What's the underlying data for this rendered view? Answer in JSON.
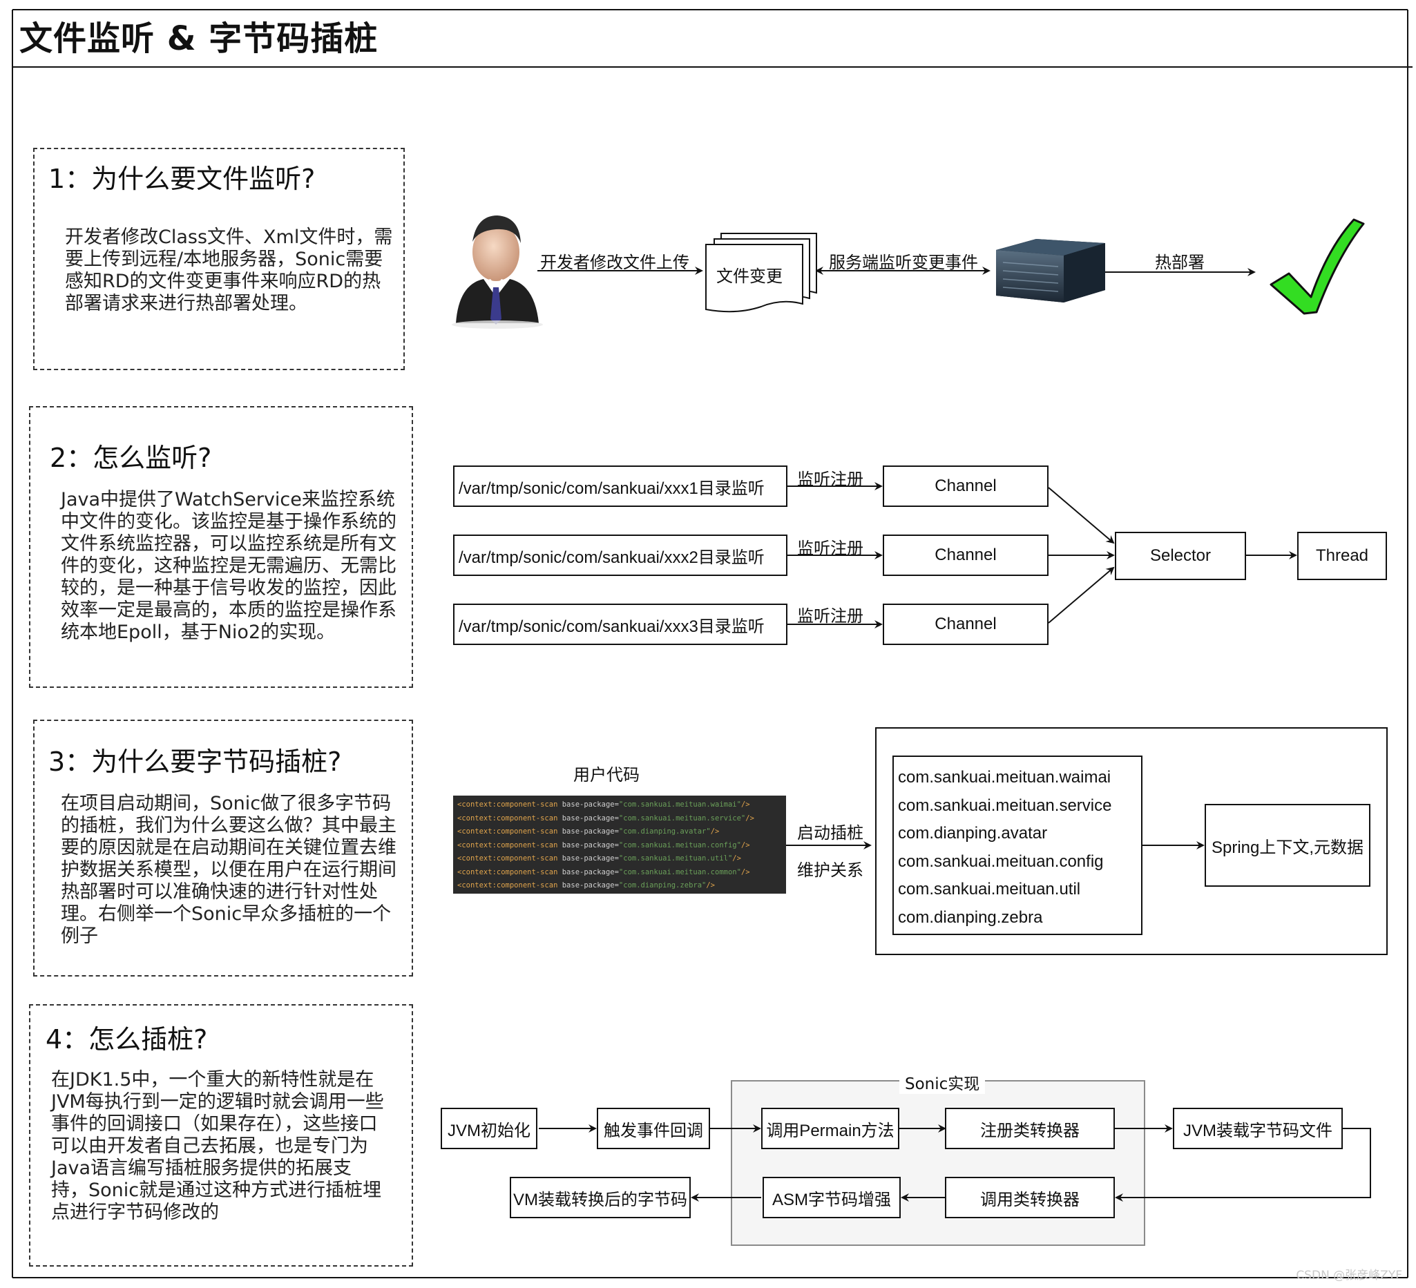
{
  "page": {
    "title": "文件监听 & 字节码插桩",
    "watermark": "CSDN @张彦峰ZYF"
  },
  "sections": [
    {
      "title": "1：为什么要文件监听?",
      "text": "开发者修改Class文件、Xml文件时，需要上传到远程/本地服务器，Sonic需要感知RD的文件变更事件来响应RD的热部署请求来进行热部署处理。"
    },
    {
      "title": "2：怎么监听?",
      "text": "Java中提供了WatchService来监控系统中文件的变化。该监控是基于操作系统的文件系统监控器，可以监控系统是所有文件的变化，这种监控是无需遍历、无需比较的，是一种基于信号收发的监控，因此效率一定是最高的，本质的监控是操作系统本地Epoll，基于Nio2的实现。"
    },
    {
      "title": "3：为什么要字节码插桩?",
      "text": "在项目启动期间，Sonic做了很多字节码的插桩，我们为什么要这么做？其中最主要的原因就是在启动期间在关键位置去维护数据关系模型，以便在用户在运行期间热部署时可以准确快速的进行针对性处理。右侧举一个Sonic早众多插桩的一个例子"
    },
    {
      "title": "4：怎么插桩?",
      "text": "在JDK1.5中，一个重大的新特性就是在JVM每执行到一定的逻辑时就会调用一些事件的回调接口（如果存在），这些接口可以由开发者自己去拓展，也是专门为Java语言编写插桩服务提供的拓展支持，Sonic就是通过这种方式进行插桩埋点进行字节码修改的"
    }
  ],
  "flow1": {
    "edge_upload": "开发者修改文件上传",
    "doc_node": "文件变更",
    "edge_listen": "服务端监听变更事件",
    "edge_deploy": "热部署",
    "icons": [
      "user-icon",
      "document-stack-icon",
      "server-icon",
      "checkmark-icon"
    ],
    "check_color": "#33dd22"
  },
  "flow2": {
    "paths": [
      "/var/tmp/sonic/com/sankuai/xxx1目录监听",
      "/var/tmp/sonic/com/sankuai/xxx2目录监听",
      "/var/tmp/sonic/com/sankuai/xxx3目录监听"
    ],
    "edge_label": "监听注册",
    "channel": "Channel",
    "selector": "Selector",
    "thread": "Thread"
  },
  "flow3": {
    "user_code_label": "用户代码",
    "code_lines": [
      {
        "tag": "<context:component-scan",
        "attr": " base-package=",
        "val": "\"com.sankuai.meituan.waimai\"",
        "end": "/>"
      },
      {
        "tag": "<context:component-scan",
        "attr": " base-package=",
        "val": "\"com.sankuai.meituan.service\"",
        "end": "/>"
      },
      {
        "tag": "<context:component-scan",
        "attr": " base-package=",
        "val": "\"com.dianping.avatar\"",
        "end": "/>"
      },
      {
        "tag": "<context:component-scan",
        "attr": " base-package=",
        "val": "\"com.sankuai.meituan.config\"",
        "end": "/>"
      },
      {
        "tag": "<context:component-scan",
        "attr": " base-package=",
        "val": "\"com.sankuai.meituan.util\"",
        "end": "/>"
      },
      {
        "tag": "<context:component-scan",
        "attr": " base-package=",
        "val": "\"com.sankuai.meituan.common\"",
        "end": "/>"
      },
      {
        "tag": "<context:component-scan",
        "attr": " base-package=",
        "val": "\"com.dianping.zebra\"",
        "end": "/>"
      }
    ],
    "edge_label_top": "启动插桩",
    "edge_label_bottom": "维护关系",
    "packages": [
      "com.sankuai.meituan.waimai",
      "com.sankuai.meituan.service",
      "com.dianping.avatar",
      "com.sankuai.meituan.config",
      "com.sankuai.meituan.util",
      "com.dianping.zebra"
    ],
    "target": "Spring上下文,元数据"
  },
  "flow4": {
    "group_title": "Sonic实现",
    "jvm_init": "JVM初始化",
    "trigger_callback": "触发事件回调",
    "call_permain": "调用Permain方法",
    "register_transformer": "注册类转换器",
    "jvm_load": "JVM装载字节码文件",
    "call_transformer": "调用类转换器",
    "asm_enhance": "ASM字节码增强",
    "vm_load_transformed": "VM装载转换后的字节码"
  }
}
